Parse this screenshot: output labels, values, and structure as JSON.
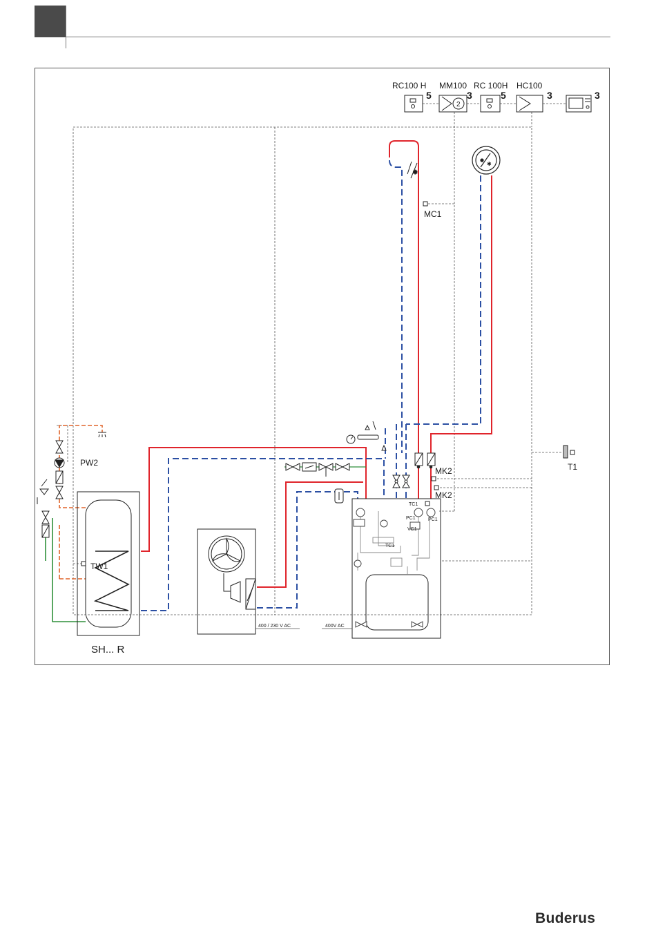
{
  "modules": {
    "rc100h": {
      "label": "RC100 H",
      "count": "5"
    },
    "mm100": {
      "label": "MM100",
      "count": "3",
      "circuit": "2"
    },
    "rc100h_b": {
      "label": "RC 100H",
      "count": "5"
    },
    "hc100": {
      "label": "HC100",
      "count": "3"
    },
    "controller": {
      "count": "3"
    }
  },
  "sensors": {
    "mc1": "MC1",
    "mk2_a": "MK2",
    "mk2_b": "MK2",
    "t1": "T1",
    "tw1": "TW1",
    "pw2": "PW2",
    "tc1_top": "TC1",
    "pc1_left": "PC1",
    "pc1_right": "PC1",
    "vc1": "VC1",
    "tc1_inner": "TC1"
  },
  "supplies": {
    "outdoor_power": "400 / 230 V AC",
    "indoor_power": "400V AC"
  },
  "tank": {
    "label": "SH... R"
  },
  "brand": {
    "name": "Buderus"
  },
  "colors": {
    "flow": "#e0242b",
    "return": "#2b4fa3",
    "dhw": "#e0642a",
    "cold_water": "#2f8f3a",
    "control": "#555555",
    "header_tab": "#4a4a4a"
  }
}
